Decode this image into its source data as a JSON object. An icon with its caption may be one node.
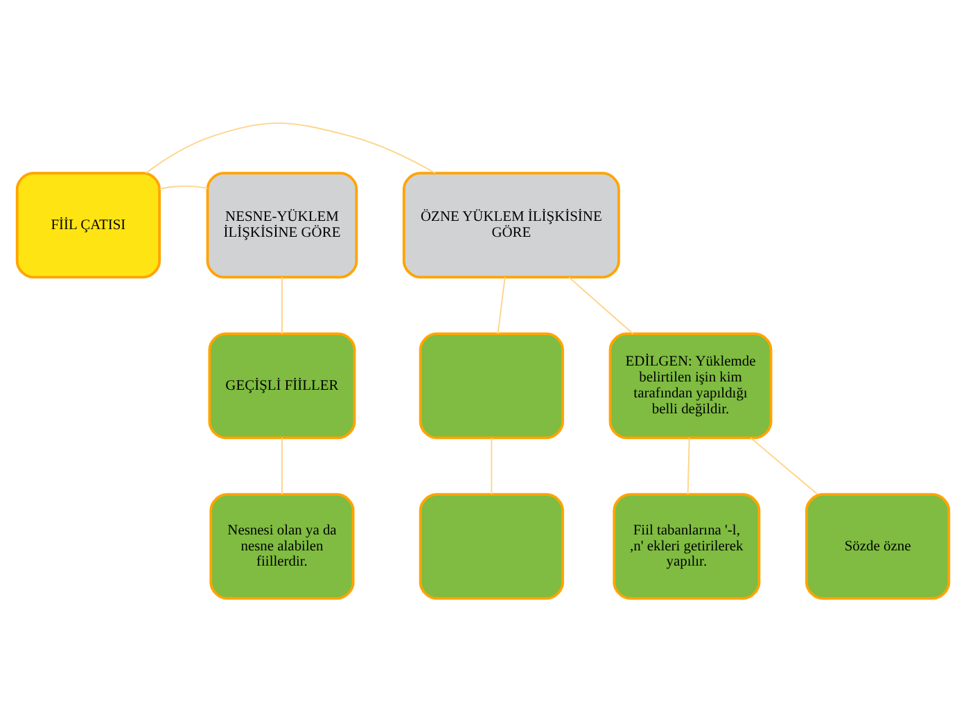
{
  "diagram": {
    "nodes": [
      {
        "text": [
          "FİİL ÇATISI"
        ]
      },
      {
        "text": [
          "ÖZNE YÜKLEM İLİŞKİSİNE GÖRE"
        ]
      },
      {
        "text": [
          "NESNE-YÜKLEM İLİŞKİSİNE GÖRE"
        ]
      },
      {
        "text": [],
        "shape": "box"
      },
      {
        "text": [
          "EDİLGEN: Yüklemde belirtilen işin kim tarafından yapıldığı belli değildir."
        ]
      },
      {
        "text": [],
        "shape": "box"
      },
      {
        "text": [
          "Fiil tabanlarına '-l, ,n' ekleri getirilerek yapılır."
        ]
      },
      {
        "text": [
          "Sözde özne"
        ]
      },
      {
        "text": [
          "GEÇİŞLİ FİİLLER"
        ]
      },
      {
        "text": [
          "Nesnesi olan ya da nesne alabilen fiillerdir."
        ]
      }
    ],
    "edges": [
      {
        "from": 0,
        "to": 1,
        "arrow": "none"
      },
      {
        "from": 0,
        "to": 2,
        "arrow": "none"
      },
      {
        "from": 1,
        "to": 3,
        "arrow": "none"
      },
      {
        "from": 1,
        "to": 4,
        "arrow": "none"
      },
      {
        "from": 3,
        "to": 5,
        "arrow": "none"
      },
      {
        "from": 4,
        "to": 6,
        "arrow": "none"
      },
      {
        "from": 4,
        "to": 7,
        "arrow": "none"
      },
      {
        "from": 2,
        "to": 8,
        "arrow": "none"
      },
      {
        "from": 8,
        "to": 9,
        "arrow": "none"
      }
    ]
  }
}
